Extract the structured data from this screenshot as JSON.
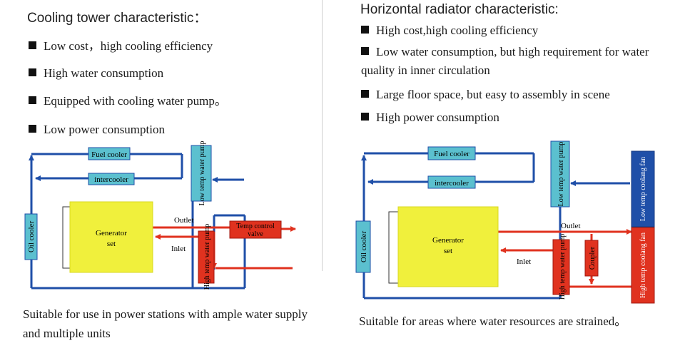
{
  "left": {
    "title": "Cooling tower characteristic：",
    "bullets": [
      "Low cost，high cooling efficiency",
      "High water consumption",
      "Equipped with cooling water pump。",
      "Low power consumption"
    ],
    "diagram": {
      "fuel_cooler": "Fuel cooler",
      "intercooler": "intercooler",
      "low_temp_pump": "Low temp water pump",
      "oil_cooler": "Oil cooler",
      "generator_line1": "Generator",
      "generator_line2": "set",
      "outlet": "Outlet",
      "inlet": "Inlet",
      "temp_valve_line1": "Temp control",
      "temp_valve_line2": "valve",
      "high_temp_pump": "High temp water pump"
    },
    "caption": "Suitable for use in power stations with ample water supply and multiple units"
  },
  "right": {
    "title": "Horizontal radiator characteristic:",
    "bullets": [
      "High cost,high cooling efficiency",
      "Low water consumption, but high requirement for water quality in inner circulation",
      "Large floor space, but easy to assembly in scene",
      "High power consumption"
    ],
    "diagram": {
      "fuel_cooler": "Fuel cooler",
      "intercooler": "intercooler",
      "low_temp_pump": "Low temp water pump",
      "low_temp_fan": "Low temp coolang fan",
      "oil_cooler": "Oil cooler",
      "generator_line1": "Generator",
      "generator_line2": "set",
      "outlet": "Outlet",
      "inlet": "Inlet",
      "high_temp_pump": "High temp water pump",
      "coupler": "Coupler",
      "high_temp_fan": "High temp coolang fan"
    },
    "caption": "Suitable for areas where water resources are strained。"
  },
  "colors": {
    "blue_pipe": "#1f4fa8",
    "red_pipe": "#e0321f",
    "cyan_box": "#5bc0cf",
    "yellow_box": "#f0f03c",
    "red_box": "#e0321f",
    "dark_blue_box": "#1f4fa8"
  }
}
